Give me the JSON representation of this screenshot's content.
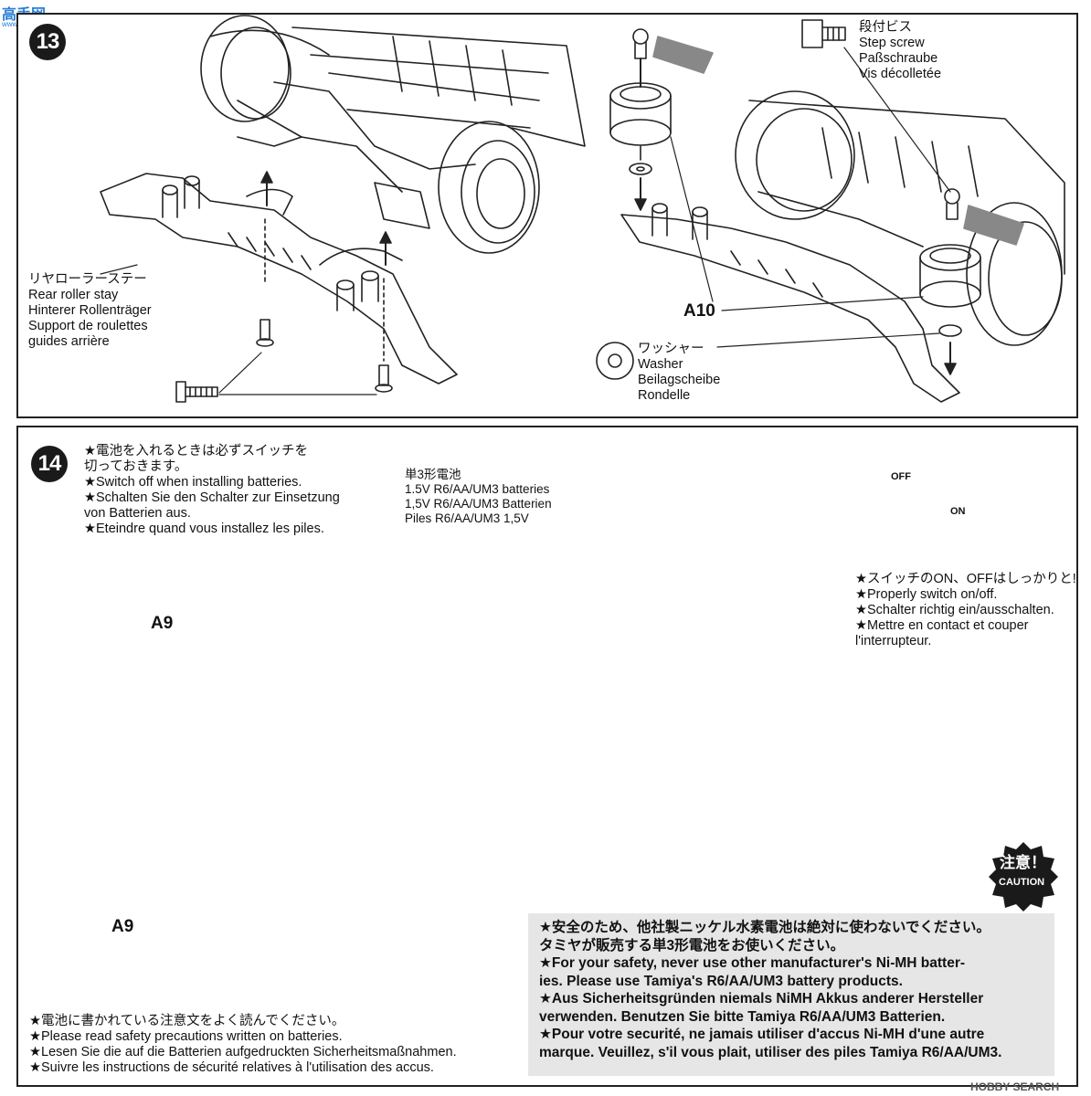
{
  "watermark_top": "高手网",
  "watermark_top_sub": "www.gaoshou.net",
  "watermark_bottom": "HOBBY SEARCH",
  "step13": {
    "number": "13",
    "rear_roller_stay": [
      "リヤローラーステー",
      "Rear roller stay",
      "Hinterer Rollenträger",
      "Support de roulettes",
      "guides arrière"
    ],
    "step_screw": [
      "段付ビス",
      "Step screw",
      "Paßschraube",
      "Vis décolletée"
    ],
    "washer": [
      "ワッシャー",
      "Washer",
      "Beilagscheibe",
      "Rondelle"
    ],
    "part_a10": "A10"
  },
  "step14": {
    "number": "14",
    "switch_note": [
      "★電池を入れるときは必ずスイッチを",
      "切っておきます。",
      "★Switch off when installing batteries.",
      "★Schalten Sie den Schalter zur Einsetzung",
      "von Batterien aus.",
      "★Eteindre quand vous installez les piles."
    ],
    "batteries": [
      "単3形電池",
      "1.5V R6/AA/UM3 batteries",
      "1,5V R6/AA/UM3 Batterien",
      "Piles R6/AA/UM3 1,5V"
    ],
    "switch_off": "OFF",
    "switch_on": "ON",
    "proper_switch": [
      "★スイッチのON、OFFはしっかりと!",
      "★Properly switch on/off.",
      "★Schalter richtig ein/ausschalten.",
      "★Mettre en contact et couper",
      "l'interrupteur."
    ],
    "part_a9_top": "A9",
    "part_a9_bottom": "A9",
    "precautions": [
      "★電池に書かれている注意文をよく読んでください。",
      "★Please read safety precautions written on batteries.",
      "★Lesen Sie die auf die Batterien aufgedruckten Sicherheitsmaßnahmen.",
      "★Suivre les instructions de sécurité relatives à l'utilisation des accus."
    ],
    "caution_jp": "注意！",
    "caution_en": "CAUTION",
    "caution_text": [
      "★安全のため、他社製ニッケル水素電池は絶対に使わないでください。",
      "タミヤが販売する単3形電池をお使いください。",
      "★For your safety, never use other manufacturer's Ni-MH batter-",
      "ies. Please use Tamiya's R6/AA/UM3 battery products.",
      "★Aus Sicherheitsgründen niemals NiMH Akkus anderer Hersteller",
      "verwenden. Benutzen Sie bitte Tamiya R6/AA/UM3 Batterien.",
      "★Pour votre securité, ne jamais utiliser d'accus Ni-MH d'une autre",
      "marque. Veuillez, s'il vous plait, utiliser des piles Tamiya R6/AA/UM3."
    ]
  }
}
